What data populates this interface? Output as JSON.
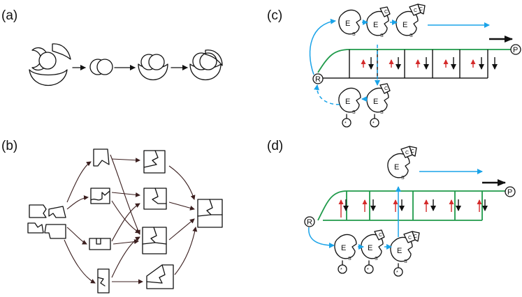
{
  "panels": {
    "a": {
      "label": "(a)"
    },
    "b": {
      "label": "(b)"
    },
    "c": {
      "label": "(c)",
      "node_start": "R",
      "node_end": "P",
      "enzyme": "E",
      "substrate": "S",
      "subunit": "C",
      "marker": "*"
    },
    "d": {
      "label": "(d)",
      "node_start": "R",
      "node_end": "P",
      "enzyme": "E",
      "substrate": "S",
      "subunit": "C",
      "marker": "*"
    }
  },
  "colors": {
    "green_track": "#1f9a4a",
    "blue_flow": "#1aa3e8",
    "red_arrow": "#d42a2a",
    "ink": "#111111"
  }
}
